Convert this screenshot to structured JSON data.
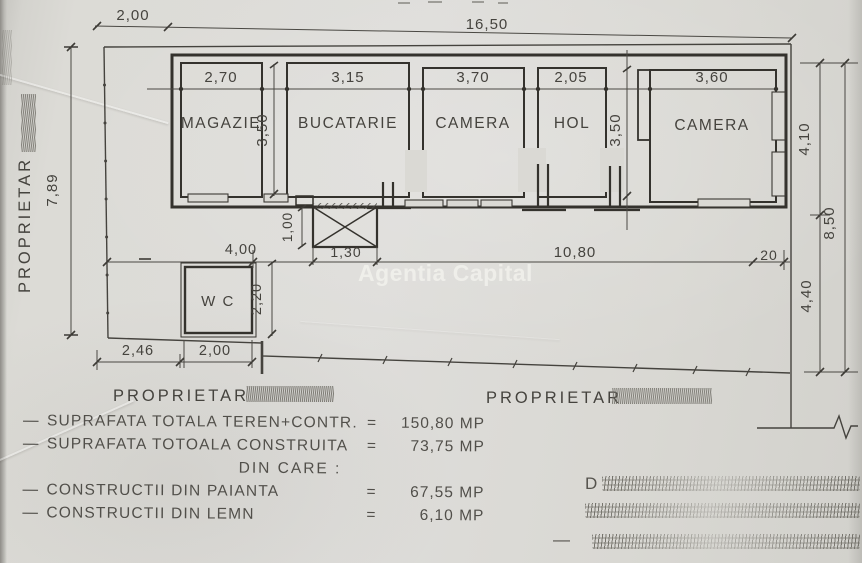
{
  "watermark": "Agentia Capital",
  "owners": {
    "left_vertical": "PROPRIETAR",
    "bottom_left": "PROPRIETAR",
    "bottom_right": "PROPRIETAR"
  },
  "rooms": {
    "magazie": {
      "label": "MAGAZIE",
      "width": "2,70"
    },
    "bucatarie": {
      "label": "BUCATARIE",
      "width": "3,15"
    },
    "camera1": {
      "label": "CAMERA",
      "width": "3,70"
    },
    "hol": {
      "label": "HOL",
      "width": "2,05"
    },
    "camera2": {
      "label": "CAMERA",
      "width": "3,60"
    },
    "wc": {
      "label": "W C"
    }
  },
  "dims": {
    "top_offset": "2,00",
    "top_total": "16,50",
    "left_height": "7,89",
    "depth_left": "3,50",
    "depth_right": "3,50",
    "porch_height": "1,00",
    "porch_width": "1,30",
    "row_left": "4,00",
    "row_main": "10,80",
    "row_end": "20",
    "wc_height": "2,20",
    "wc_offset": "2,46",
    "wc_width": "2,00",
    "right_upper": "4,10",
    "right_lower": "4,40",
    "right_total": "8,50"
  },
  "summary": {
    "dash": "—",
    "equals": "=",
    "row1": {
      "label": "SUPRAFATA TOTALA TEREN+CONTR.",
      "value": "150,80 MP"
    },
    "row2": {
      "label": "SUPRAFATA TOTOALA CONSTRUITA",
      "value": "73,75 MP"
    },
    "heading": "DIN CARE :",
    "row3": {
      "label": "CONSTRUCTII DIN PAIANTA",
      "value": "67,55 MP"
    },
    "row4": {
      "label": "CONSTRUCTII DIN LEMN",
      "value": "6,10 MP"
    }
  },
  "redacted": {
    "line1_prefix": "D",
    "line3_prefix": "—"
  },
  "ink": "#3d3b36",
  "paper": "#dad9d4"
}
